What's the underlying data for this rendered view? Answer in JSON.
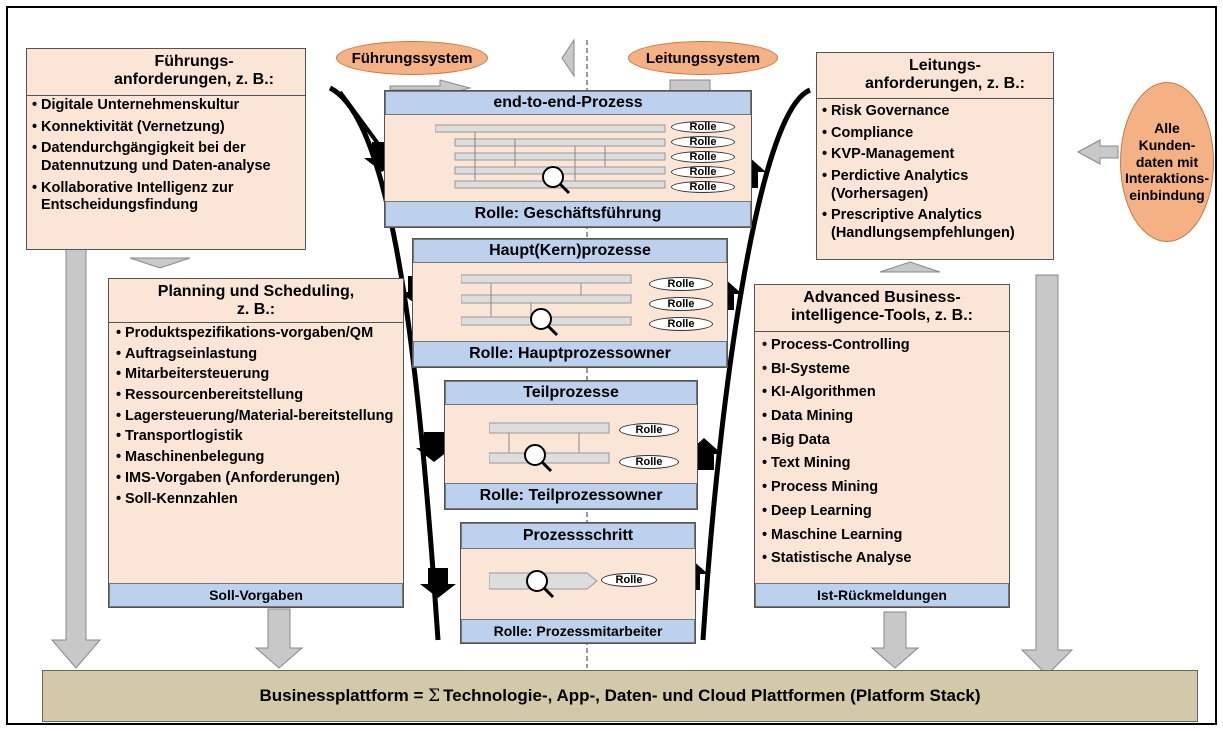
{
  "left_top": {
    "title": "Führungs-\nanforderungen, z. B.:",
    "items": [
      "Digitale Unternehmenskultur",
      "Konnektivität (Vernetzung)",
      "Datendurchgängigkeit bei der Datennutzung und Daten-analyse",
      "Kollaborative Intelligenz zur Entscheidungsfindung"
    ]
  },
  "left_mid": {
    "title": "Planning und Scheduling,\nz. B.:",
    "items": [
      "Produktspezifikations-vorgaben/QM",
      "Auftragseinlastung",
      "Mitarbeitersteuerung",
      "Ressourcenbereitstellung",
      "Lagersteuerung/Material-bereitstellung",
      "Transportlogistik",
      "Maschinenbelegung",
      "IMS-Vorgaben (Anforderungen)",
      "Soll-Kennzahlen"
    ],
    "footer": "Soll-Vorgaben"
  },
  "right_top": {
    "title": "Leitungs-\nanforderungen, z. B.:",
    "items": [
      "Risk Governance",
      "Compliance",
      "KVP-Management",
      "Perdictive Analytics (Vorhersagen)",
      "Prescriptive Analytics (Handlungsempfehlungen)"
    ]
  },
  "right_mid": {
    "title": "Advanced Business-\nintelligence-Tools, z. B.:",
    "items": [
      "Process-Controlling",
      "BI-Systeme",
      "KI-Algorithmen",
      "Data Mining",
      "Big Data",
      "Text Mining",
      "Process Mining",
      "Deep Learning",
      "Maschine Learning",
      "Statistische Analyse"
    ],
    "footer": "Ist-Rückmeldungen"
  },
  "ovals": {
    "fuehrung": "Führungssystem",
    "leitung": "Leitungssystem",
    "kunden": "Alle\nKunden-\ndaten mit\nInteraktions-\neinbindung"
  },
  "funnel": {
    "levels": [
      {
        "title": "end-to-end-Prozess",
        "role": "Rolle: Geschäftsführung",
        "rolle_count": 5
      },
      {
        "title": "Haupt(Kern)prozesse",
        "role": "Rolle: Hauptprozessowner",
        "rolle_count": 3
      },
      {
        "title": "Teilprozesse",
        "role": "Rolle: Teilprozessowner",
        "rolle_count": 2
      },
      {
        "title": "Prozessschritt",
        "role": "Rolle: Prozessmitarbeiter",
        "rolle_count": 1
      }
    ],
    "rolle_label": "Rolle"
  },
  "platform": {
    "label": "Businessplattform = ",
    "sigma": "Σ",
    "rest": "Technologie-, App-, Daten- und Cloud Plattformen (Platform Stack)"
  },
  "colors": {
    "peach": "#fbe5d6",
    "blue": "#bcd1ee",
    "orange": "#f4b183",
    "platform": "#d2c9a9",
    "gray_arrow": "#c8c8c8"
  }
}
